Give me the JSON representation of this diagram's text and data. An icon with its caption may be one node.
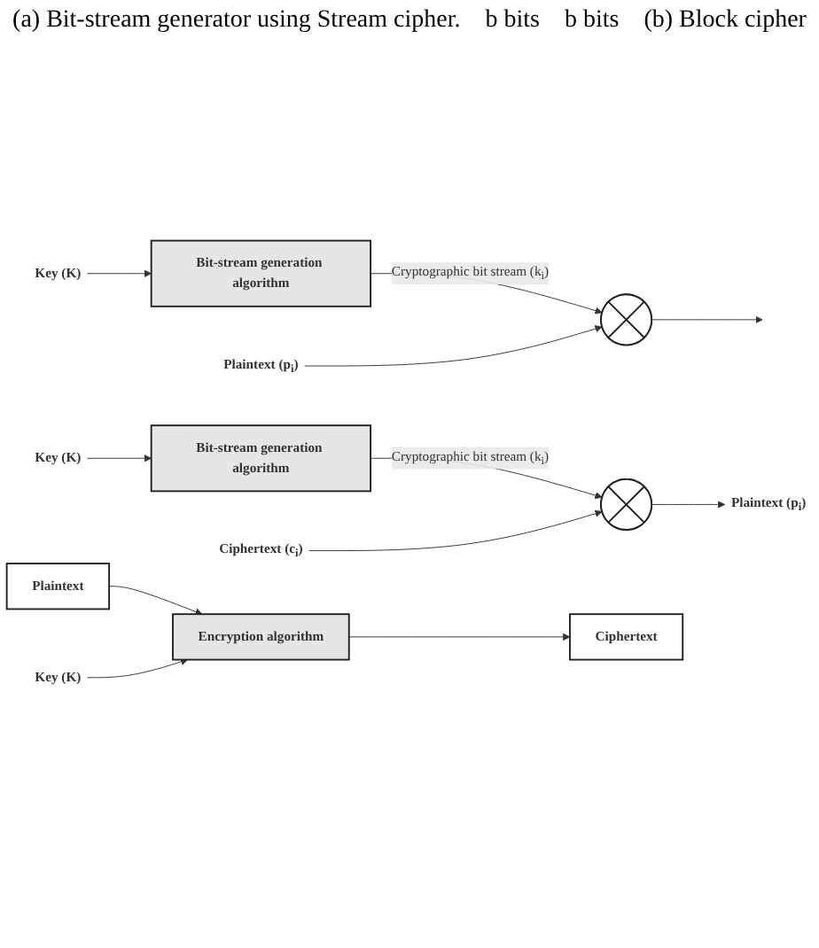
{
  "diagram": {
    "nodes": [
      {
        "text": [
          "Key (K)"
        ]
      },
      {
        "text": [
          "Bit-stream generation algorithm"
        ]
      },
      {
        "text": [
          "Plaintext (p$_{i}$)"
        ]
      },
      {
        "text": [],
        "shape": "circle"
      },
      {
        "text": [
          "Key (K)"
        ]
      },
      {
        "text": [
          "Bit-stream generation algorithm"
        ]
      },
      {
        "text": [
          "Ciphertext (c$_{i}$)"
        ]
      },
      {
        "text": [],
        "shape": "circle"
      },
      {
        "text": [
          "Plaintext (p$_{i}$)"
        ]
      },
      {
        "text": [
          "Plaintext"
        ]
      },
      {
        "text": [
          "Key (K)"
        ]
      },
      {
        "text": [
          "Encryption algorithm"
        ]
      },
      {
        "text": [
          "Ciphertext"
        ]
      }
    ],
    "edges": [
      {
        "from": 0,
        "to": 1,
        "arrow": "to"
      },
      {
        "from": 1,
        "to": 3,
        "arrow": "to",
        "label": "Cryptographic bit stream (k$_{i}$)"
      },
      {
        "from": 2,
        "to": 3,
        "arrow": "to"
      },
      {
        "from": 3,
        "to": null,
        "arrow": "to"
      },
      {
        "from": 4,
        "to": 5,
        "arrow": "to"
      },
      {
        "from": 5,
        "to": 7,
        "arrow": "to",
        "label": "Cryptographic bit stream (k$_{i}$)"
      },
      {
        "from": 6,
        "to": 7,
        "arrow": "to"
      },
      {
        "from": 7,
        "to": 8,
        "arrow": "to"
      },
      {
        "from": 9,
        "to": 11,
        "arrow": "to"
      },
      {
        "from": 10,
        "to": 11,
        "arrow": "to"
      },
      {
        "from": 11,
        "to": 12,
        "arrow": "to"
      }
    ],
    "labels": [
      "(a) Bit-stream generator using Stream cipher.",
      "b bits",
      "b bits",
      "(b) Block cipher"
    ]
  }
}
